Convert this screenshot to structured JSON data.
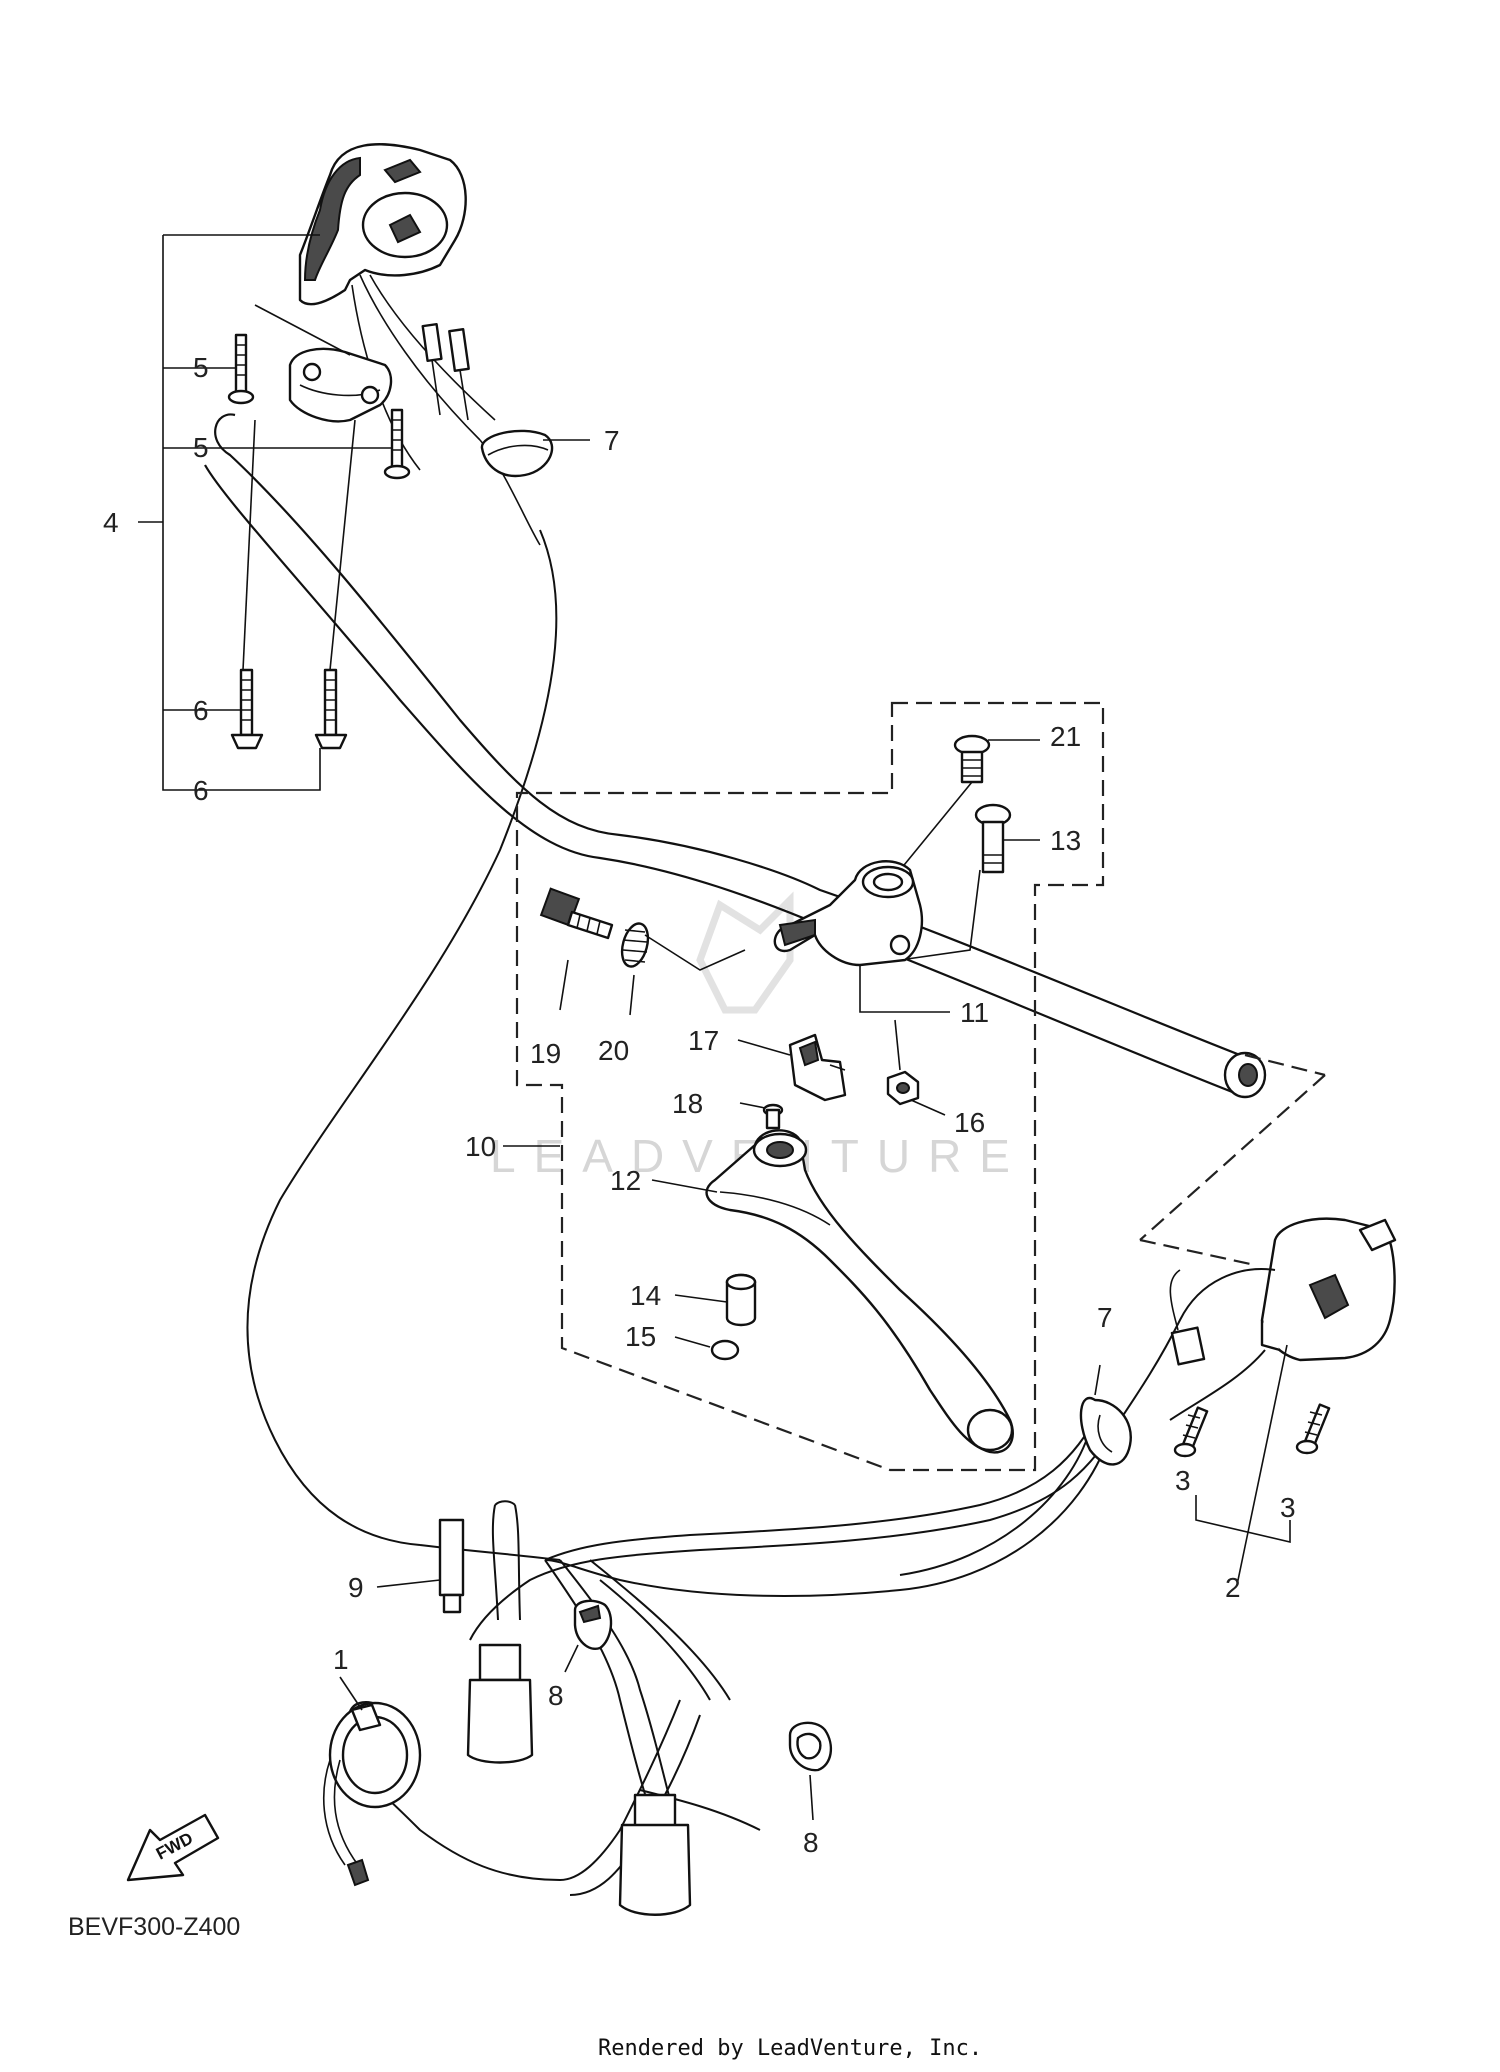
{
  "diagram": {
    "code": "BEVF300-Z400",
    "credit": "Rendered by LeadVenture, Inc.",
    "watermark": "LEADVENTURE",
    "fwd_label": "FWD",
    "callouts": {
      "c1": "1",
      "c2": "2",
      "c3a": "3",
      "c3b": "3",
      "c4": "4",
      "c5a": "5",
      "c5b": "5",
      "c6a": "6",
      "c6b": "6",
      "c7a": "7",
      "c7b": "7",
      "c8a": "8",
      "c8b": "8",
      "c9": "9",
      "c10": "10",
      "c11": "11",
      "c12": "12",
      "c13": "13",
      "c14": "14",
      "c15": "15",
      "c16": "16",
      "c17": "17",
      "c18": "18",
      "c19": "19",
      "c20": "20",
      "c21": "21"
    }
  }
}
